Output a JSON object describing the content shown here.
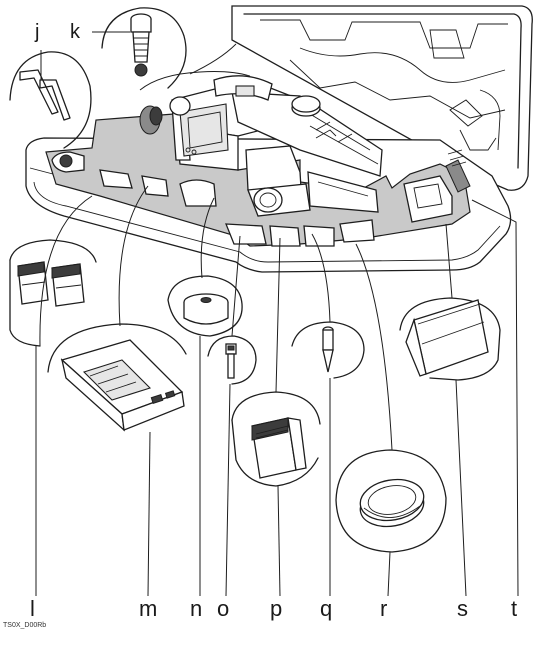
{
  "labels": {
    "j": "j",
    "k": "k",
    "l": "l",
    "m": "m",
    "n": "n",
    "o": "o",
    "p": "p",
    "q": "q",
    "r": "r",
    "s": "s",
    "t": "t"
  },
  "figure_code": "TS0X_D00Rb"
}
